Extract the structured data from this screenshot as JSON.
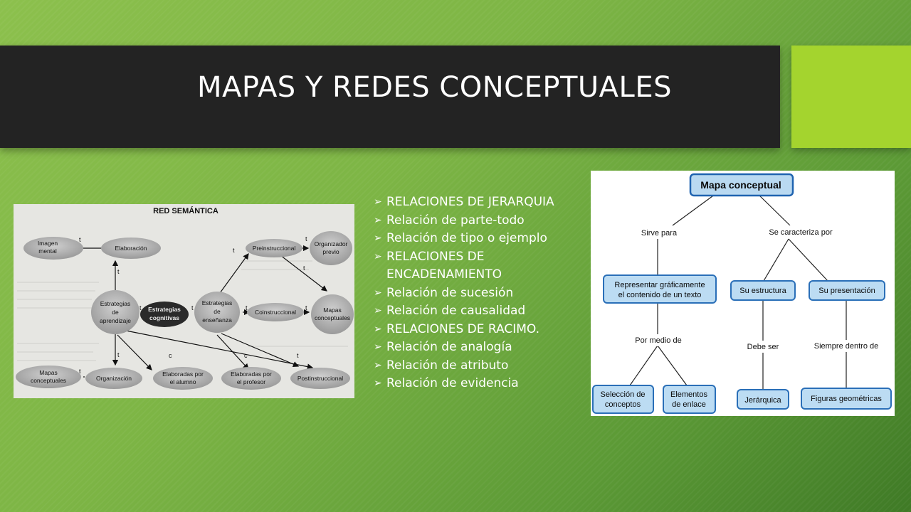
{
  "slide": {
    "title": "MAPAS Y REDES CONCEPTUALES"
  },
  "relations": [
    "RELACIONES DE JERARQUIA",
    "Relación de parte-todo",
    "Relación de tipo o ejemplo",
    "RELACIONES DE ENCADENAMIENTO",
    "Relación de sucesión",
    "Relación de causalidad",
    "RELACIONES DE RACIMO.",
    "Relación de analogía",
    "Relación de atributo",
    "Relación de evidencia"
  ],
  "red_semantica": {
    "title": "RED SEMÁNTICA",
    "nodes": {
      "imagen_mental": [
        "Imagen",
        "mental"
      ],
      "elaboracion": "Elaboración",
      "preinstruccional": "Preinstruccional",
      "organizador_previo": [
        "Organizador",
        "previo"
      ],
      "estrategias_aprendizaje": [
        "Estrategias",
        "de",
        "aprendizaje"
      ],
      "estrategias_cognitivas": [
        "Estrategias",
        "cognitivas"
      ],
      "estrategias_ensenanza": [
        "Estrategias",
        "de",
        "enseñanza"
      ],
      "coinstruccional": "Coinstruccional",
      "mapas_conceptuales_right": [
        "Mapas",
        "conceptuales"
      ],
      "mapas_conceptuales_left": [
        "Mapas",
        "conceptuales"
      ],
      "organizacion": "Organización",
      "elaboradas_alumno": [
        "Elaboradas por",
        "el alumno"
      ],
      "elaboradas_profesor": [
        "Elaboradas por",
        "el profesor"
      ],
      "postinstruccional": "Postinstruccional"
    },
    "link_t": "t",
    "link_c": "c"
  },
  "mapa_conceptual": {
    "root": "Mapa conceptual",
    "sirve_para": "Sirve para",
    "se_caracteriza_por": "Se caracteriza por",
    "representar": [
      "Representar gráficamente",
      "el contenido de un texto"
    ],
    "su_estructura": "Su estructura",
    "su_presentacion": "Su presentación",
    "por_medio_de": "Por medio de",
    "debe_ser": "Debe ser",
    "siempre_dentro_de": "Siempre dentro de",
    "seleccion": [
      "Selección de",
      "conceptos"
    ],
    "elementos": [
      "Elementos",
      "de enlace"
    ],
    "jerarquica": "Jerárquica",
    "figuras": "Figuras geométricas"
  },
  "colors": {
    "title_bar": "#232323",
    "accent_square": "#a4d42e",
    "background": "#7db545",
    "node_blue": "#bcdcf3",
    "node_border": "#2a6fb8"
  }
}
